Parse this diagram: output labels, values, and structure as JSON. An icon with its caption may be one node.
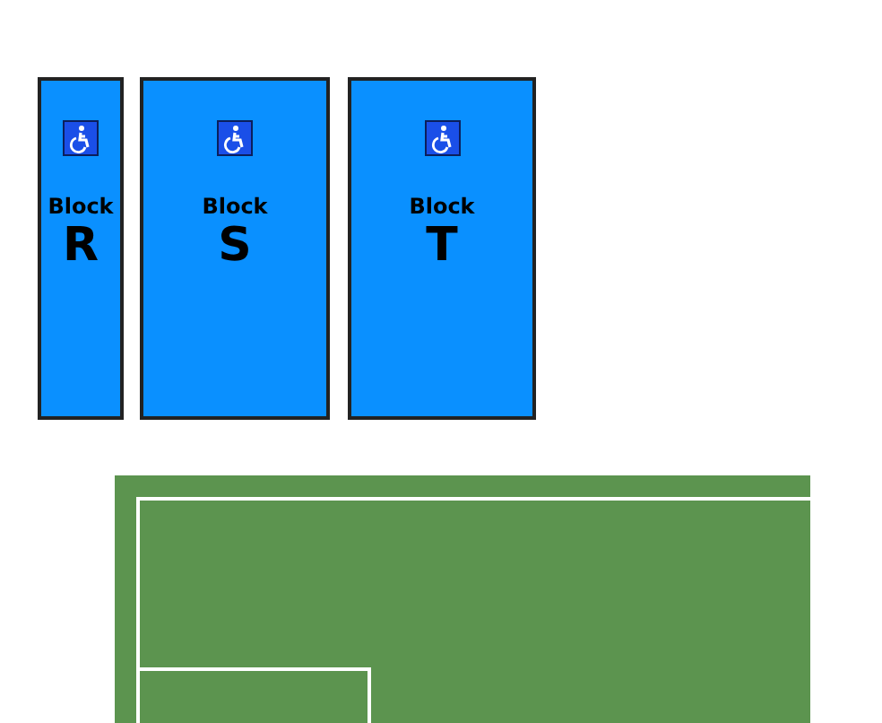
{
  "diagram": {
    "nodes": [
      {
        "text": [
          "Block",
          "R"
        ]
      },
      {
        "text": [
          "Block",
          "S"
        ]
      },
      {
        "text": [
          "Block",
          "T"
        ]
      }
    ]
  }
}
